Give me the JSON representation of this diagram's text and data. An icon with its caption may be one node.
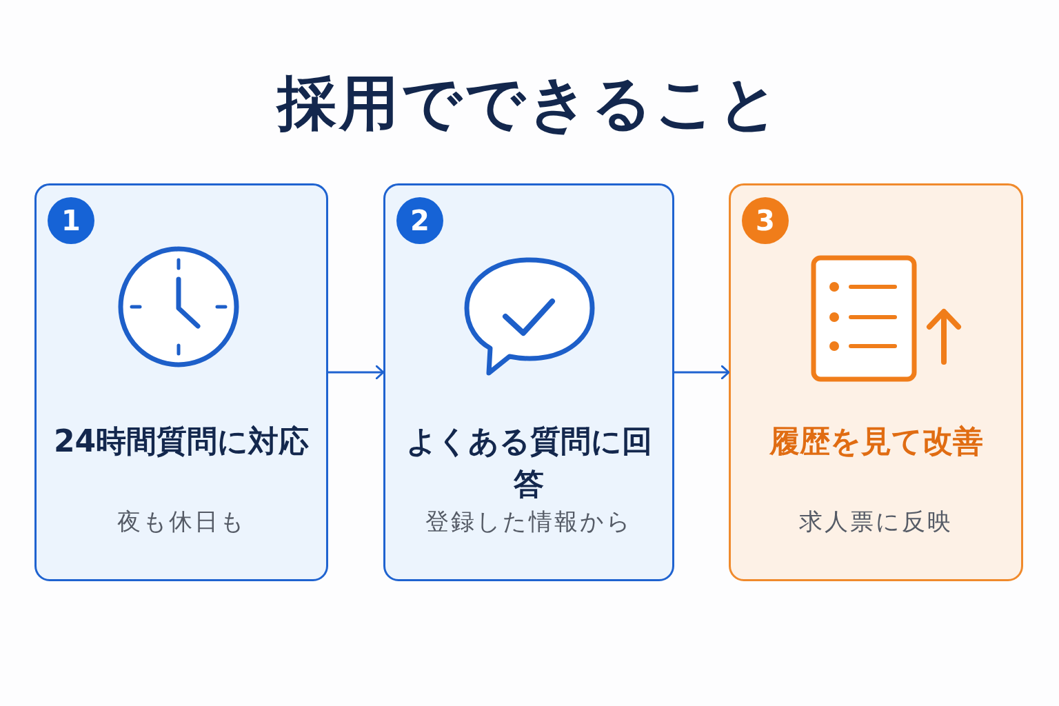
{
  "diagram": {
    "title": "採用でできること",
    "nodes": [
      {
        "text": [
          "1",
          "24時間質問に対応",
          "夜も休日も"
        ]
      },
      {
        "text": [
          "2",
          "よくある質問に回答",
          "登録した情報から"
        ]
      },
      {
        "text": [
          "3",
          "履歴を見て改善",
          "求人票に反映"
        ]
      }
    ],
    "edges": [
      {
        "from": 0,
        "to": 1,
        "arrow": "to"
      },
      {
        "from": 1,
        "to": 2,
        "arrow": "to"
      }
    ]
  }
}
